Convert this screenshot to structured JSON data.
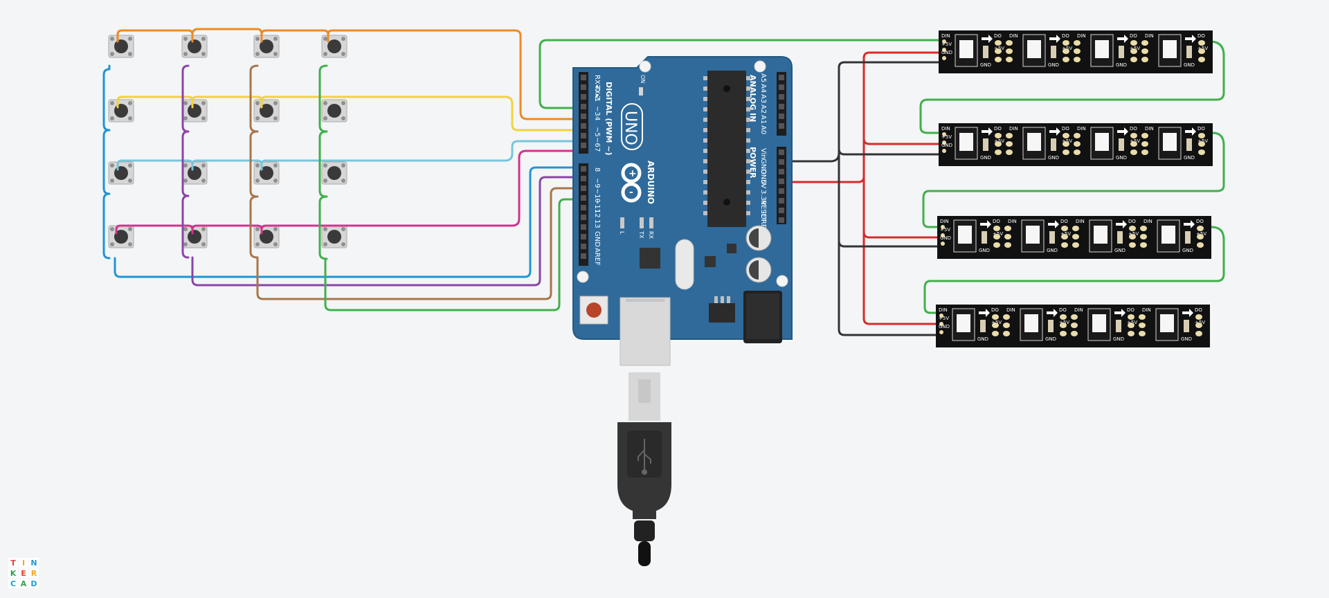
{
  "app": {
    "name": "Tinkercad",
    "logo_letters": [
      "T",
      "I",
      "N",
      "K",
      "E",
      "R",
      "C",
      "A",
      "D"
    ],
    "logo_colors": [
      "#e8412c",
      "#f6a821",
      "#1f9ad6",
      "#2fa24c",
      "#e8412c",
      "#f6a821",
      "#1f9ad6",
      "#2fa24c",
      "#1f9ad6"
    ]
  },
  "arduino": {
    "brand": "ARDUINO",
    "model": "UNO",
    "on_label": "ON",
    "digital_header": "DIGITAL (PWM ~)",
    "analog_header": "ANALOG IN",
    "power_header": "POWER",
    "digital_pins_top": [
      "RX◂0",
      "TX▸1",
      "2",
      "~3",
      "4",
      "~5",
      "~6",
      "7"
    ],
    "digital_pins_bottom": [
      "8",
      "~9",
      "~10",
      "~11",
      "12",
      "13",
      "GND",
      "AREF"
    ],
    "analog_pins": [
      "A5",
      "A4",
      "A3",
      "A2",
      "A1",
      "A0"
    ],
    "power_pins": [
      "Vin",
      "GND",
      "GND",
      "5V",
      "3.3V",
      "RESET",
      "IOREF"
    ],
    "led_labels": [
      "L",
      "TX",
      "RX"
    ]
  },
  "led_strip": {
    "in_labels": [
      "DIN",
      "+5V",
      "GND"
    ],
    "segment_labels": [
      "DO",
      "DIN",
      "+5V",
      "GND"
    ]
  },
  "colors": {
    "board": "#2f6a9a",
    "row1": "#ee8a23",
    "row2": "#f2d33a",
    "row3": "#79c5dc",
    "row4": "#d4318c",
    "col1": "#1f95d3",
    "col2": "#8a44a8",
    "col3": "#a8754a",
    "col4": "#40b04a",
    "power": "#d92a2a",
    "ground": "#333333",
    "data": "#40b04a"
  }
}
